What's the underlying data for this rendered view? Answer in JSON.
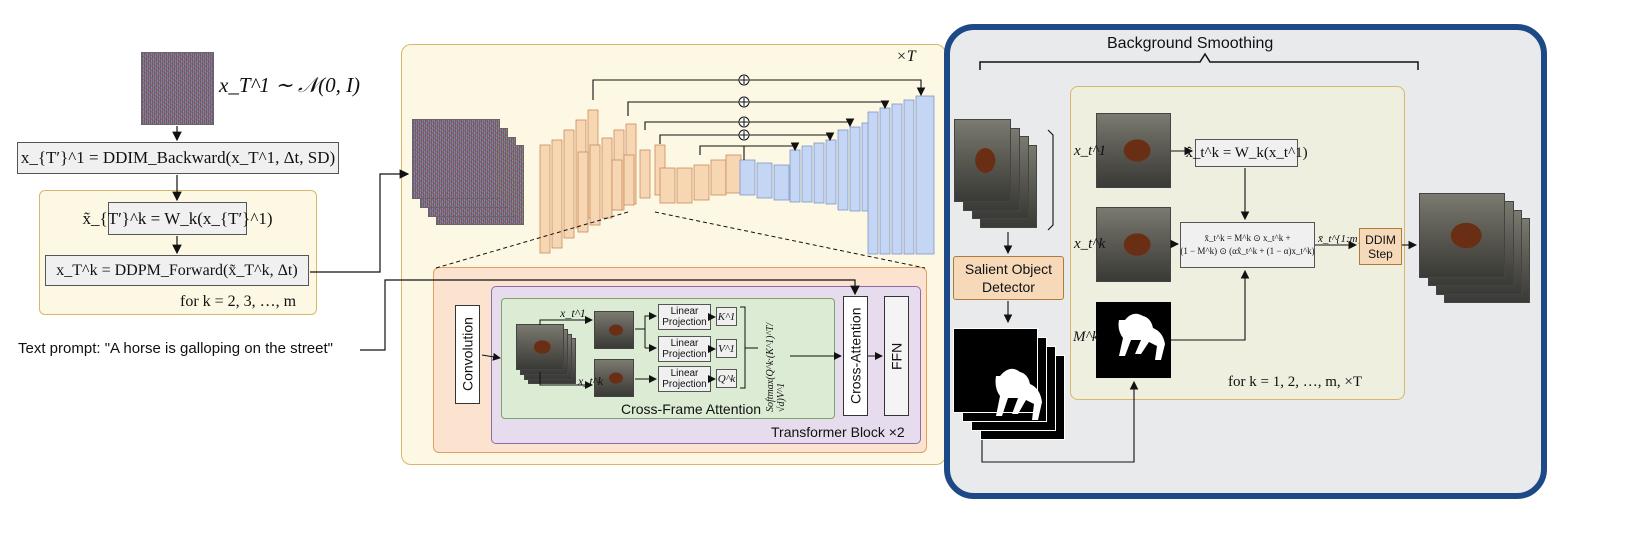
{
  "left": {
    "noise_formula": "x_T^1 ∼ 𝒩(0, I)",
    "ddim_backward": "x_{T′}^1 = DDIM_Backward(x_T^1, Δt, SD)",
    "warp_formula": "x̃_{T′}^k = W_k(x_{T′}^1)",
    "ddpm_forward": "x_T^k = DDPM_Forward(x̃_T^k, Δt)",
    "loop_label": "for k = 2, 3, …, m",
    "text_prompt": "Text prompt: \"A horse is galloping on the street\""
  },
  "unet": {
    "times_label": "×T"
  },
  "transformer": {
    "convolution": "Convolution",
    "xt1": "x_t^1",
    "xtk": "x_t^k",
    "proj1": "Linear Projection",
    "proj2": "Linear Projection",
    "proj3": "Linear Projection",
    "k1": "K^1",
    "v1": "V^1",
    "qk": "Q^k",
    "softmax": "Softmax(Q^k·(K^1)^T/√d)V^1",
    "cross_frame": "Cross-Frame Attention",
    "cross_attention": "Cross-Attention",
    "ffn": "FFN",
    "block_label": "Transformer Block ×2"
  },
  "smoothing": {
    "title": "Background Smoothing",
    "salient": "Salient Object Detector",
    "xt1": "x_t^1",
    "xtk": "x_t^k",
    "mk": "M^k",
    "warp": "x̂_t^k = W_k(x_t^1)",
    "blend_line1": "x̄_t^k = M^k ⊙ x_t^k +",
    "blend_line2": "(1 − M^k) ⊙ (αx̂_t^k + (1 − α)x_t^k)",
    "output_label": "x̄_t^{1:m}",
    "ddim_step": "DDIM Step",
    "loop_label": "for k = 1, 2, …, m,  ×T"
  },
  "colors": {
    "yellow_panel": "#fdf8e3",
    "yellow_border": "#d8b868",
    "orange_panel": "#fbe3cf",
    "purple_panel": "#e7dced",
    "green_panel": "#dcecd4",
    "blue_border": "#1d4a86",
    "smoothing_bg": "#e9eaec",
    "encoder": "#f7d6b4",
    "decoder": "#c4d6f4"
  }
}
